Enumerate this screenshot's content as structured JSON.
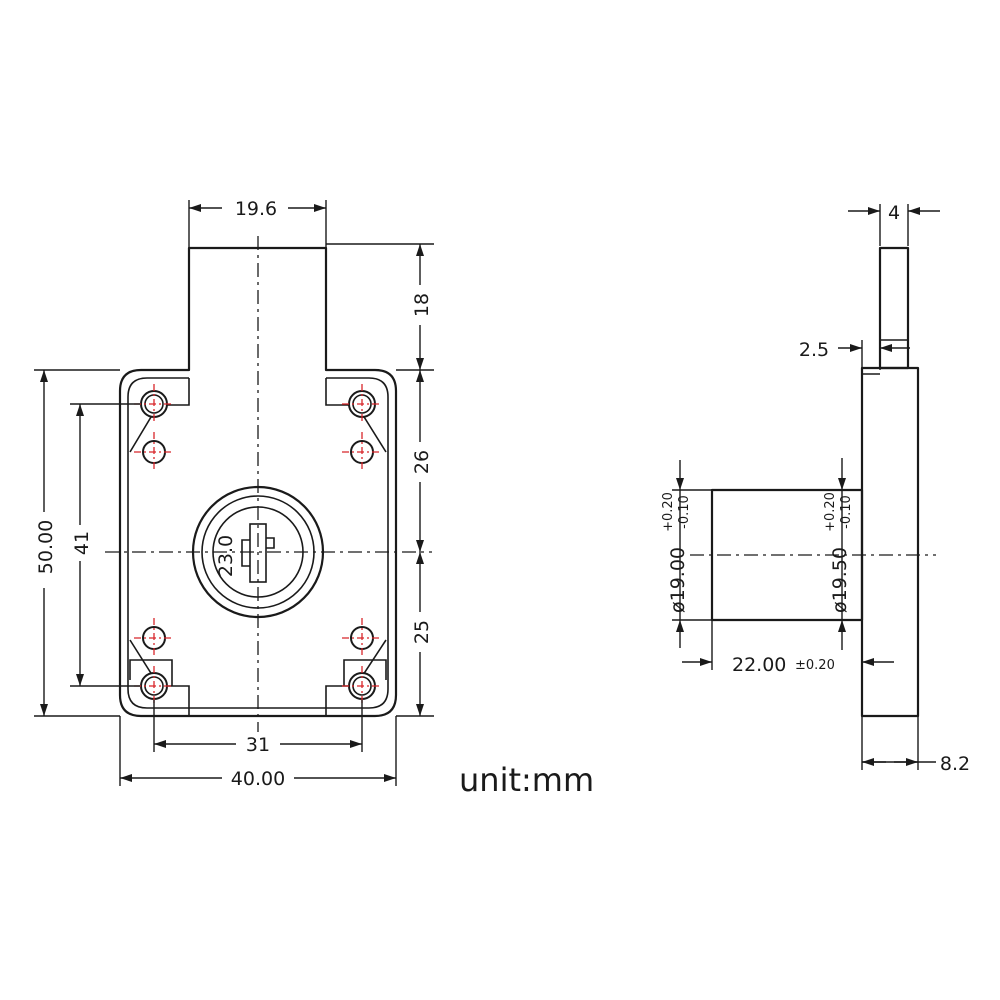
{
  "front_view": {
    "dim_top_width": "19.6",
    "dim_top_height": "18",
    "dim_upper": "26",
    "dim_lower": "25",
    "dim_total_height": "50.00",
    "dim_hole_spacing_v": "41",
    "dim_hole_spacing_h": "31",
    "dim_total_width": "40.00",
    "dim_cylinder": "23.0"
  },
  "side_view": {
    "dim_bar_width": "4",
    "dim_step": "2.5",
    "dim_dia_outer": "ø19.00",
    "dim_dia_outer_tol_upper": "+0.20",
    "dim_dia_outer_tol_lower": "-0.10",
    "dim_dia_inner": "ø19.50",
    "dim_dia_inner_tol_upper": "+0.20",
    "dim_dia_inner_tol_lower": "-0.10",
    "dim_length": "22.00",
    "dim_length_tol": "±0.20",
    "dim_plate": "8.2"
  },
  "unit_label": "unit:mm",
  "colors": {
    "line": "#1a1a1a",
    "centerline_red": "#d8262b",
    "background": "#ffffff"
  }
}
